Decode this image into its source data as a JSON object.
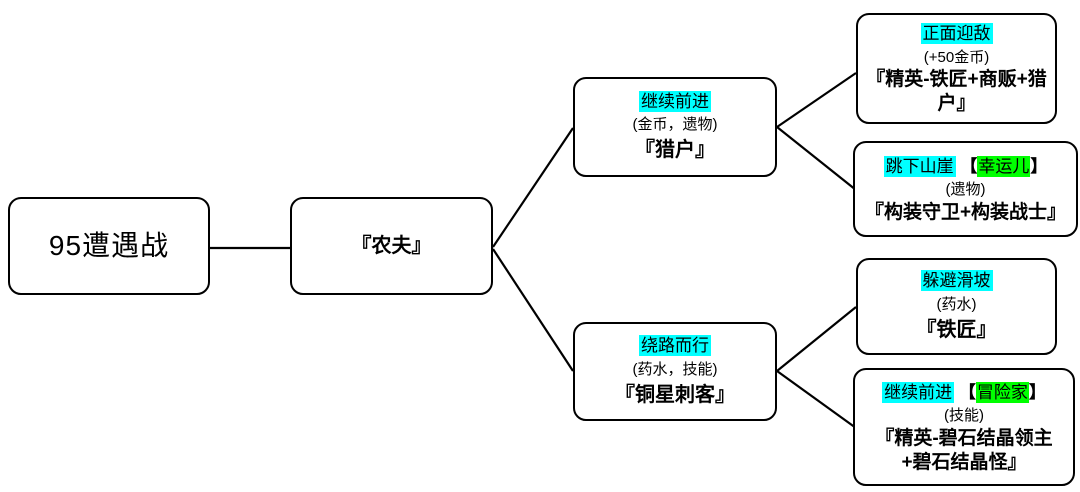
{
  "diagram": {
    "title_node": {
      "label": "95遭遇战"
    },
    "farmer_node": {
      "name": "『农夫』"
    },
    "branches": {
      "hunter": {
        "choice": "继续前进",
        "rewards": "(金币，遗物)",
        "enemy": "『猎户』"
      },
      "assassin": {
        "choice": "绕路而行",
        "rewards": "(药水，技能)",
        "enemy": "『铜星刺客』"
      }
    },
    "outcomes": {
      "frontal": {
        "choice": "正面迎敌",
        "rewards": "(+50金币)",
        "enemy": "『精英-铁匠+商贩+猎户』"
      },
      "cliff": {
        "choice": "跳下山崖",
        "bracket_open": "【",
        "perk": "幸运儿",
        "bracket_close": "】",
        "rewards": "(遗物)",
        "enemy": "『构装守卫+构装战士』"
      },
      "slope": {
        "choice": "躲避滑坡",
        "rewards": "(药水)",
        "enemy": "『铁匠』"
      },
      "forward": {
        "choice": "继续前进",
        "bracket_open": "【",
        "perk": "冒险家",
        "bracket_close": "】",
        "rewards": "(技能)",
        "enemy": "『精英-碧石结晶领主+碧石结晶怪』"
      }
    },
    "colors": {
      "choice_highlight": "#00ffff",
      "perk_highlight": "#00ff00",
      "border": "#000000",
      "background": "#ffffff"
    }
  }
}
